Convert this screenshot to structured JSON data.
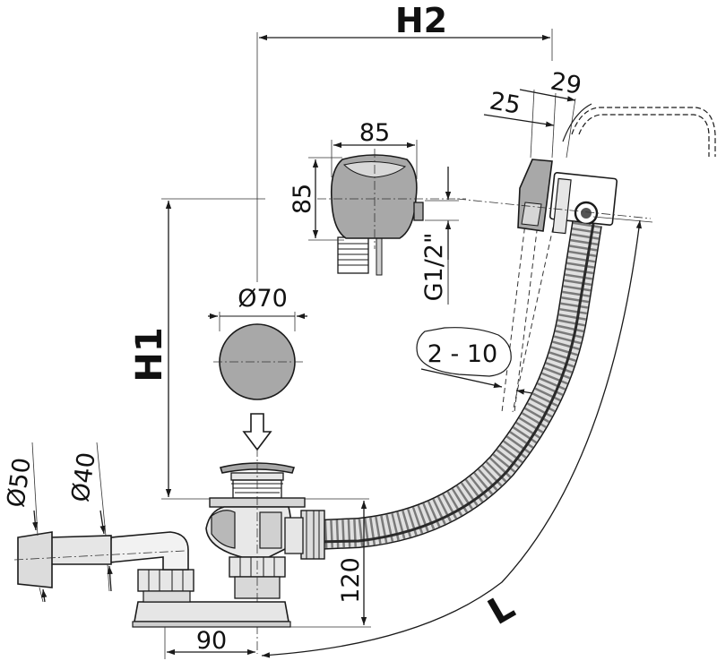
{
  "labels": {
    "h2": "H2",
    "h1": "H1",
    "l": "L",
    "w85": "85",
    "h85": "85",
    "d70": "Ø70",
    "g12": "G1/2\"",
    "range": "2 - 10",
    "d25": "25",
    "d29": "29",
    "d50": "Ø50",
    "d40": "Ø40",
    "h120": "120",
    "w90": "90"
  },
  "colors": {
    "line": "#1a1a1a",
    "fill_gray": "#a6a6a6",
    "fill_light": "#d2d2d2",
    "fill_lighter": "#e6e6e6"
  }
}
